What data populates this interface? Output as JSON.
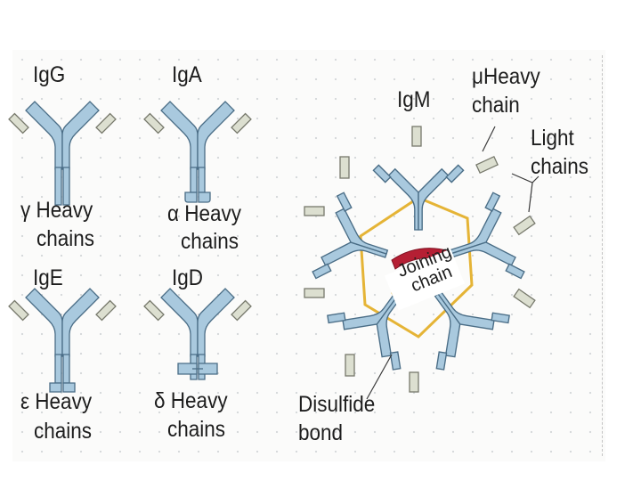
{
  "antibodies": [
    {
      "name": "IgG",
      "heavy_symbol": "γ",
      "heavy_label": "Heavy",
      "chains_label": "chains"
    },
    {
      "name": "IgA",
      "heavy_symbol": "α",
      "heavy_label": "Heavy",
      "chains_label": "chains"
    },
    {
      "name": "IgE",
      "heavy_symbol": "ε",
      "heavy_label": "Heavy",
      "chains_label": "chains"
    },
    {
      "name": "IgD",
      "heavy_symbol": "δ",
      "heavy_label": "Heavy",
      "chains_label": "chains"
    }
  ],
  "igm": {
    "name": "IgM",
    "mu_symbol": "μ",
    "mu_heavy_label": "Heavy",
    "mu_chain_label": "chain",
    "light_label_line1": "Light",
    "light_label_line2": "chains",
    "joining_line1": "Joining",
    "joining_line2": "chain",
    "disulfide_line1": "Disulfide",
    "disulfide_line2": "bond"
  },
  "colors": {
    "heavy_chain": "#a9c9de",
    "chain_outline": "#4a6d86",
    "light_chain": "#dcdfd0",
    "disulfide_bond": "#e5b436",
    "joining_chain": "#b51f34"
  }
}
